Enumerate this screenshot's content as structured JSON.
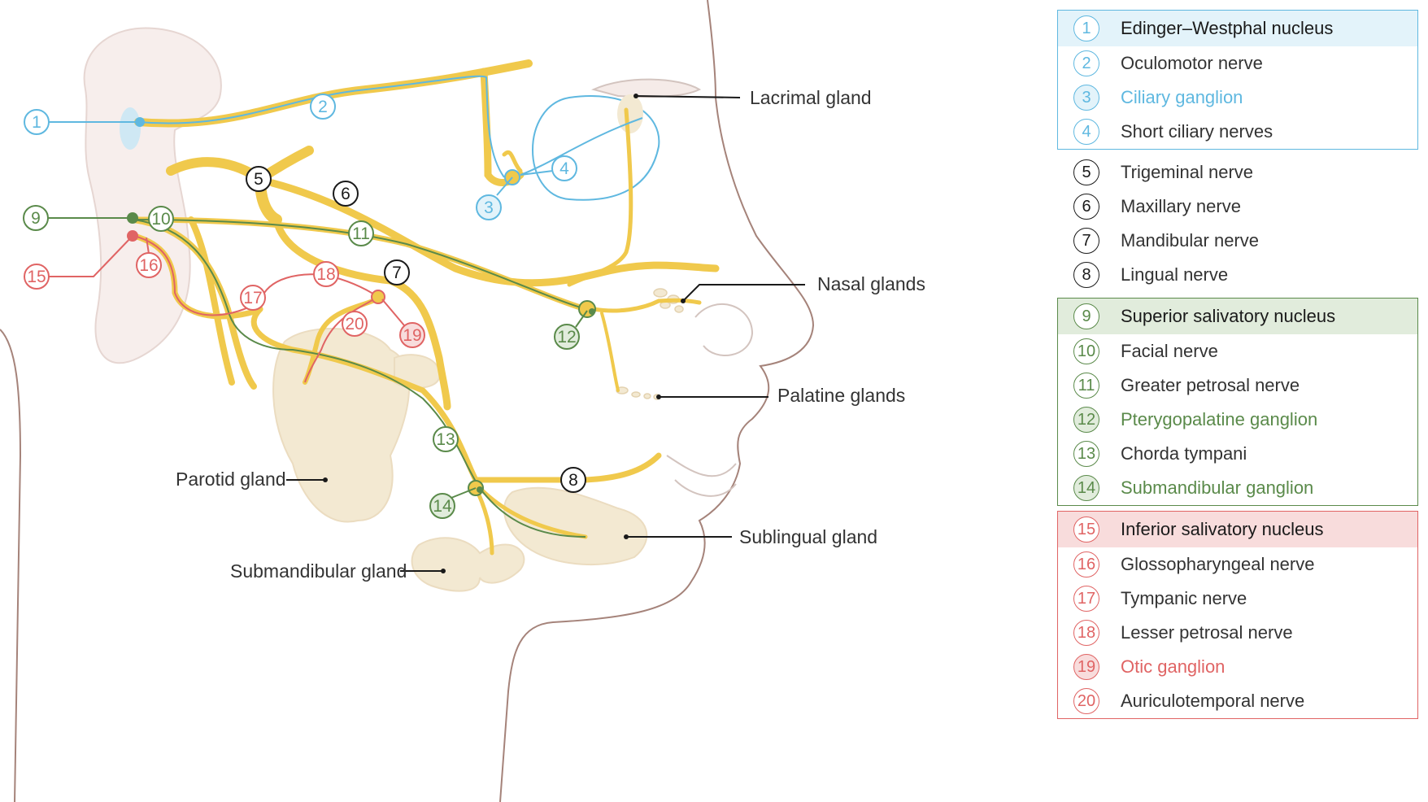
{
  "colors": {
    "blue": "#5fb8e0",
    "blue_fill": "#e3f3fa",
    "black": "#1a1a1a",
    "green": "#5a8a4a",
    "green_fill": "#e1ecdc",
    "red": "#e06464",
    "red_fill": "#f8dcdc",
    "nerve": "#f0c94c",
    "gland": "#f3e9d2",
    "outline": "#a5837a"
  },
  "diagram": {
    "labels": {
      "lacrimal_gland": "Lacrimal gland",
      "nasal_glands": "Nasal glands",
      "palatine_glands": "Palatine glands",
      "parotid_gland": "Parotid gland",
      "sublingual_gland": "Sublingual gland",
      "submandibular_gland": "Submandibular gland"
    },
    "markers": {
      "m1": "1",
      "m2": "2",
      "m3": "3",
      "m4": "4",
      "m5": "5",
      "m6": "6",
      "m7": "7",
      "m8": "8",
      "m9": "9",
      "m10": "10",
      "m11": "11",
      "m12": "12",
      "m13": "13",
      "m14": "14",
      "m15": "15",
      "m16": "16",
      "m17": "17",
      "m18": "18",
      "m19": "19",
      "m20": "20"
    }
  },
  "legend": {
    "groups": [
      {
        "color": "blue",
        "items": [
          {
            "n": "1",
            "text": "Edinger–Westphal nucleus",
            "header": true
          },
          {
            "n": "2",
            "text": "Oculomotor nerve"
          },
          {
            "n": "3",
            "text": "Ciliary ganglion",
            "ganglion": true
          },
          {
            "n": "4",
            "text": "Short ciliary nerves"
          }
        ]
      },
      {
        "color": "black",
        "items": [
          {
            "n": "5",
            "text": "Trigeminal nerve"
          },
          {
            "n": "6",
            "text": "Maxillary nerve"
          },
          {
            "n": "7",
            "text": "Mandibular nerve"
          },
          {
            "n": "8",
            "text": "Lingual nerve"
          }
        ]
      },
      {
        "color": "green",
        "items": [
          {
            "n": "9",
            "text": "Superior salivatory nucleus",
            "header": true
          },
          {
            "n": "10",
            "text": "Facial nerve"
          },
          {
            "n": "11",
            "text": "Greater petrosal nerve"
          },
          {
            "n": "12",
            "text": "Pterygopalatine ganglion",
            "ganglion": true
          },
          {
            "n": "13",
            "text": "Chorda tympani"
          },
          {
            "n": "14",
            "text": "Submandibular ganglion",
            "ganglion": true
          }
        ]
      },
      {
        "color": "red",
        "items": [
          {
            "n": "15",
            "text": "Inferior salivatory nucleus",
            "header": true
          },
          {
            "n": "16",
            "text": "Glossopharyngeal nerve"
          },
          {
            "n": "17",
            "text": "Tympanic nerve"
          },
          {
            "n": "18",
            "text": "Lesser petrosal nerve"
          },
          {
            "n": "19",
            "text": "Otic ganglion",
            "ganglion": true
          },
          {
            "n": "20",
            "text": "Auriculotemporal nerve"
          }
        ]
      }
    ]
  }
}
